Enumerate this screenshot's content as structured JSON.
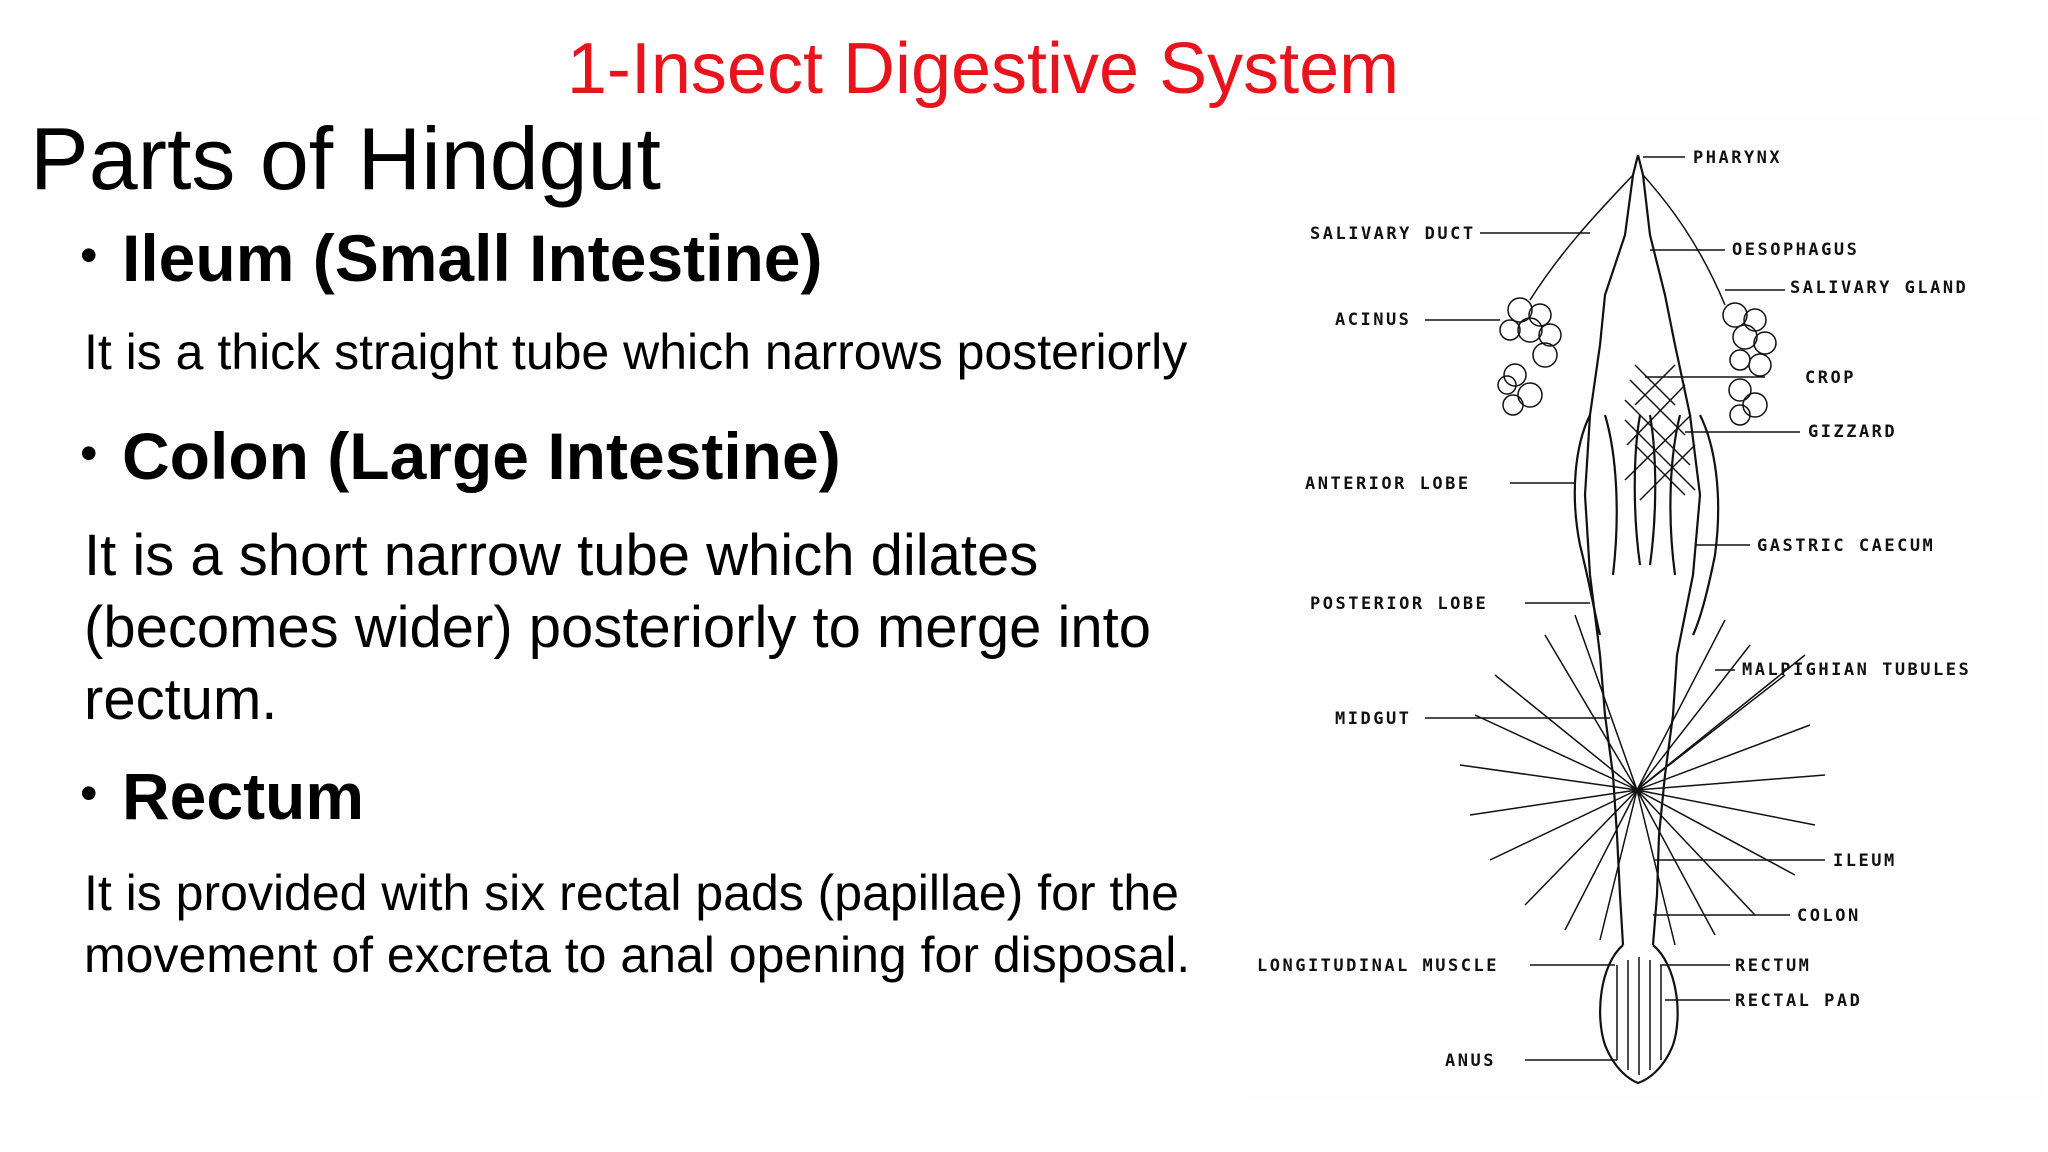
{
  "slide": {
    "title": "1-Insect Digestive System",
    "section_heading": "Parts of Hindgut"
  },
  "parts": [
    {
      "name": "Ileum (Small Intestine)",
      "description": "It is a thick straight tube which narrows posteriorly"
    },
    {
      "name": "Colon (Large Intestine)",
      "description": "It is a short narrow tube which dilates (becomes wider) posteriorly to merge into rectum."
    },
    {
      "name": "Rectum",
      "description": "It is provided with six rectal pads (papillae) for the movement of excreta to anal opening for disposal."
    }
  ],
  "diagram": {
    "labels": {
      "pharynx": "PHARYNX",
      "salivary_duct": "SALIVARY DUCT",
      "oesophagus": "OESOPHAGUS",
      "salivary_gland": "SALIVARY GLAND",
      "acinus": "ACINUS",
      "crop": "CROP",
      "gizzard": "GIZZARD",
      "anterior_lobe": "ANTERIOR LOBE",
      "gastric_caecum": "GASTRIC CAECUM",
      "posterior_lobe": "POSTERIOR LOBE",
      "malpighian_tubules": "MALPIGHIAN TUBULES",
      "midgut": "MIDGUT",
      "ileum": "ILEUM",
      "colon": "COLON",
      "longitudinal_muscle": "LONGITUDINAL MUSCLE",
      "rectum": "RECTUM",
      "rectal_pad": "RECTAL PAD",
      "anus": "ANUS"
    }
  }
}
